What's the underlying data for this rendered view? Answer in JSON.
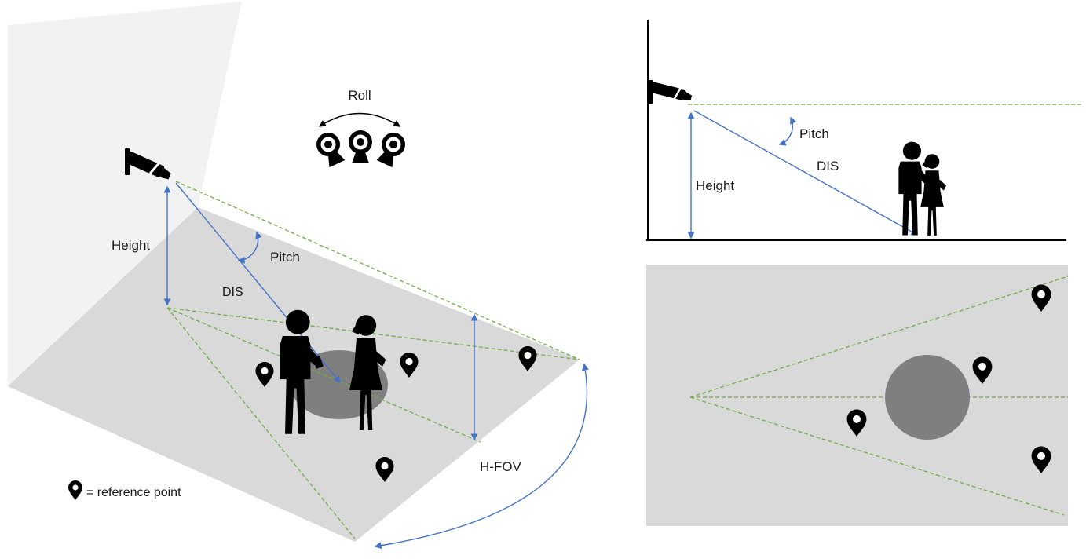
{
  "colors": {
    "wall": "#f2f2f2",
    "floor": "#d9d9d9",
    "spot": "#7f7f7f",
    "blue": "#4472c4",
    "green": "#70ad47",
    "ink": "#000000",
    "text": "#1a1a1a"
  },
  "iso_view": {
    "roll_label": "Roll",
    "height_label": "Height",
    "pitch_label": "Pitch",
    "dis_label": "DIS",
    "hfov_label": "H-FOV"
  },
  "legend": {
    "reference_point_label": "= reference point"
  },
  "side_view": {
    "height_label": "Height",
    "pitch_label": "Pitch",
    "dis_label": "DIS"
  },
  "icons": {
    "camera": "cctv-camera-icon",
    "roll_cameras": "webcam-icon",
    "reference_marker": "map-pin-icon",
    "people": "person-silhouette"
  }
}
